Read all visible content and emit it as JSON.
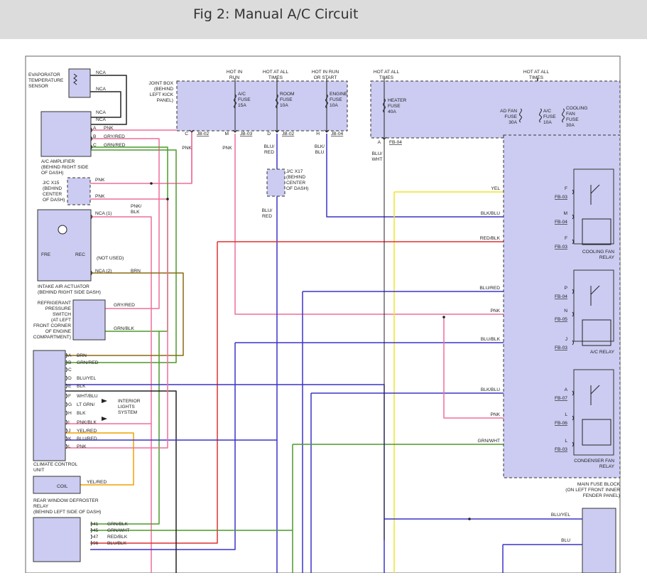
{
  "page": {
    "title": "Fig 2: Manual A/C Circuit"
  },
  "components": {
    "evap_sensor": [
      "EVAPORATOR",
      "TEMPERATURE",
      "SENSOR"
    ],
    "ac_amp": [
      "A/C AMPLIFIER",
      "(BEHIND RIGHT SIDE",
      "OF DASH)"
    ],
    "jc_x15": [
      "J/C X15",
      "(BEHIND",
      "CENTER",
      "OF DASH)"
    ],
    "intake": [
      "INTAKE AIR ACTUATOR",
      "(BEHIND RIGHT SIDE DASH)"
    ],
    "intake_fre": "FRE",
    "intake_rec": "REC",
    "not_used": "(NOT USED)",
    "pressure_switch": [
      "REFRIGERANT",
      "PRESSURE",
      "SWITCH",
      "(AT LEFT",
      "FRONT CORNER",
      "OF ENGINE",
      "COMPARTMENT)"
    ],
    "climate": [
      "CLIMATE CONTROL",
      "UNIT"
    ],
    "interior_lights": [
      "INTERIOR",
      "LIGHTS",
      "SYSTEM"
    ],
    "defroster": [
      "REAR WINDOW DEFROSTER",
      "RELAY",
      "(BEHIND LEFT SIDE OF DASH)"
    ],
    "coil": "COIL",
    "joint_box": [
      "JOINT BOX",
      "(BEHIND",
      "LEFT KICK",
      "PANEL)"
    ],
    "jc_x17": [
      "J/C X17",
      "(BEHIND",
      "CENTER",
      "OF DASH)"
    ],
    "main_fuse_block": [
      "MAIN FUSE BLOCK",
      "(ON LEFT FRONT INNER",
      "FENDER PANEL)"
    ],
    "cooling_fan_relay": [
      "COOLING FAN",
      "RELAY"
    ],
    "ac_relay": "A/C RELAY",
    "condenser_relay": [
      "CONDENSER FAN",
      "RELAY"
    ]
  },
  "power_labels": {
    "hot_run": [
      "HOT IN",
      "RUN"
    ],
    "hot_all_1": [
      "HOT AT ALL",
      "TIMES"
    ],
    "hot_run_start": [
      "HOT IN RUN",
      "OR START"
    ],
    "hot_all_2": [
      "HOT AT ALL",
      "TIMES"
    ],
    "hot_all_3": [
      "HOT AT ALL",
      "TIMES"
    ]
  },
  "fuses": {
    "ac": [
      "A/C",
      "FUSE",
      "15A"
    ],
    "room": [
      "ROOM",
      "FUSE",
      "10A"
    ],
    "engine": [
      "ENGINE",
      "FUSE",
      "10A"
    ],
    "heater": [
      "HEATER",
      "FUSE",
      "40A"
    ],
    "ad_fan": [
      "AD FAN",
      "FUSE",
      "30A"
    ],
    "ac_mfb": [
      "A/C",
      "FUSE",
      "10A"
    ],
    "cooling_fan": [
      "COOLING",
      "FAN",
      "FUSE",
      "30A"
    ]
  },
  "connectors": {
    "jb": [
      {
        "pin": "C",
        "id": "JB-02"
      },
      {
        "pin": "M",
        "id": "JB-03"
      },
      {
        "pin": "D",
        "id": "JB-02"
      },
      {
        "pin": "H",
        "id": "JB-04"
      }
    ],
    "fb_heater": {
      "pin": "A",
      "id": "FB-04"
    }
  },
  "sensor_pins": [
    "NCA",
    "NCA",
    "NCA",
    "NCA"
  ],
  "amp_pins": [
    {
      "pin": "A",
      "wire": "PNK"
    },
    {
      "pin": "B",
      "wire": "GRY/RED"
    },
    {
      "pin": "C",
      "wire": "GRN/RED"
    }
  ],
  "jc15_pins": [
    "PNK",
    "PNK"
  ],
  "intake_pins": [
    {
      "pin": "NCA (1)",
      "wire": [
        "PNK/",
        "BLK"
      ]
    },
    {
      "pin": "NCA (2)",
      "wire": "BRN"
    }
  ],
  "switch_wires": [
    "GRY/RED",
    "GRN/BLK"
  ],
  "climate_pins": [
    {
      "pin": "A",
      "wire": "BRN"
    },
    {
      "pin": "B",
      "wire": "GRN/RED"
    },
    {
      "pin": "C",
      "wire": ""
    },
    {
      "pin": "D",
      "wire": "BLU/YEL"
    },
    {
      "pin": "E",
      "wire": "BLK"
    },
    {
      "pin": "F",
      "wire": "WHT/BLU"
    },
    {
      "pin": "G",
      "wire": "LT GRN/"
    },
    {
      "pin": "H",
      "wire": "BLK"
    },
    {
      "pin": "I",
      "wire": "PNK/BLK"
    },
    {
      "pin": "J",
      "wire": "YEL/RED"
    },
    {
      "pin": "K",
      "wire": "BLU/RED"
    },
    {
      "pin": "L",
      "wire": "PNK"
    }
  ],
  "defroster_wire": "YEL/RED",
  "lower_pins": [
    {
      "pin": "41",
      "wire": "GRN/BLK"
    },
    {
      "pin": "45",
      "wire": "GRN/WHT"
    },
    {
      "pin": "47",
      "wire": "RED/BLK"
    },
    {
      "pin": "96",
      "wire": "BLU/BLK"
    }
  ],
  "vertical_wires": {
    "pnk_c": "PNK",
    "pnk_m": "PNK",
    "blu_red_d": [
      "BLU/",
      "RED"
    ],
    "blk_blu_h": [
      "BLK/",
      "BLU"
    ],
    "blu_red_x17": [
      "BLU/",
      "RED"
    ],
    "blu_wht": [
      "BLU/",
      "WHT"
    ]
  },
  "relay_wires": [
    {
      "color": "YEL",
      "pin": "F",
      "id": "FB-03"
    },
    {
      "color": "BLK/BLU",
      "pin": "M",
      "id": "FB-04"
    },
    {
      "color": "RED/BLK",
      "pin": "F",
      "id": "FB-03"
    },
    {
      "color": "BLU/RED",
      "pin": "P",
      "id": "FB-04"
    },
    {
      "color": "PNK",
      "pin": "N",
      "id": "FB-05"
    },
    {
      "color": "BLU/BLK",
      "pin": "J",
      "id": "FB-03"
    },
    {
      "color": "BLK/BLU",
      "pin": "A",
      "id": "FB-07"
    },
    {
      "color": "PNK",
      "pin": "L",
      "id": "FB-06"
    },
    {
      "color": "GRN/WHT",
      "pin": "L",
      "id": "FB-03"
    }
  ],
  "bottom_right_wires": [
    "BLU/YEL",
    "BLU"
  ],
  "wire_colors": {
    "pink": "#ee6f9c",
    "green": "#4c9a2a",
    "red": "#e03030",
    "blue": "#3a34c8",
    "yellow": "#efe62a",
    "orange": "#f0a000",
    "brown": "#8a6a10",
    "black": "#222222",
    "box_fill": "#ccccf2"
  }
}
